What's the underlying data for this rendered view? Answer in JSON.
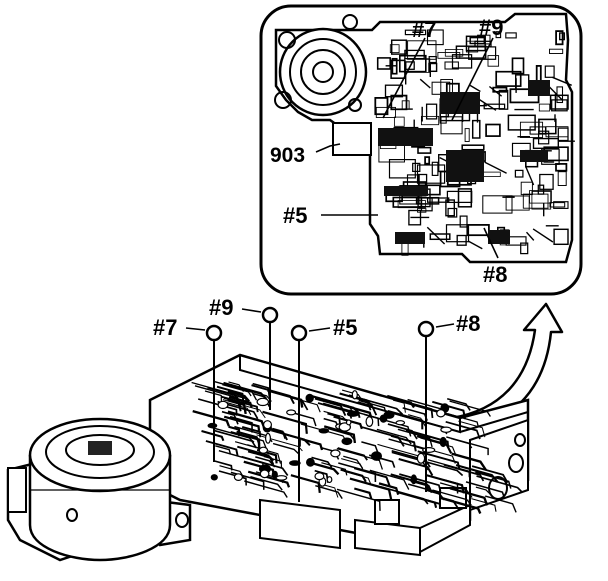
{
  "diagram": {
    "line_color": "#000000",
    "background": "#ffffff",
    "inset": {
      "labels": {
        "l7": "#7",
        "l9": "#9",
        "l903": "903",
        "l5": "#5",
        "l8": "#8"
      }
    },
    "main": {
      "labels": {
        "l9": "#9",
        "l7": "#7",
        "l5": "#5",
        "l8": "#8"
      },
      "ball_icon": "check-ball-circle",
      "arrow_icon": "curved-arrow-icon"
    }
  }
}
